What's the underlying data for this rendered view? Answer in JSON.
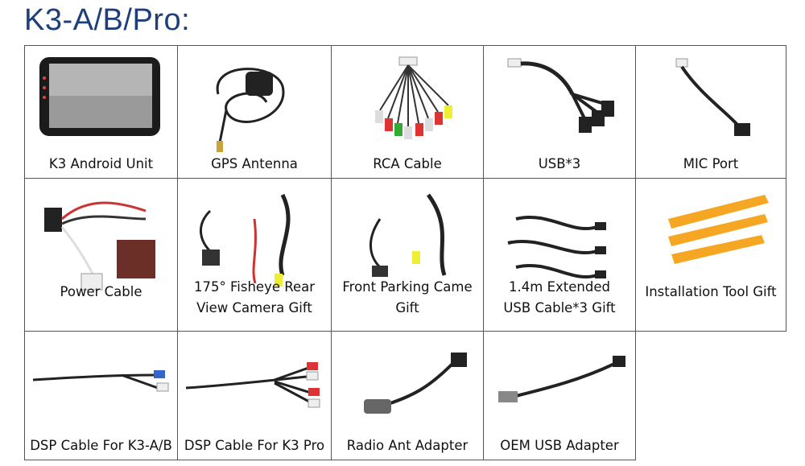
{
  "page": {
    "title": "K3-A/B/Pro:"
  },
  "items": [
    {
      "id": "android-unit",
      "caption": "K3 Android Unit"
    },
    {
      "id": "gps-antenna",
      "caption": "GPS Antenna"
    },
    {
      "id": "rca-cable",
      "caption": "RCA Cable"
    },
    {
      "id": "usb3",
      "caption": "USB*3"
    },
    {
      "id": "mic-port",
      "caption": "MIC Port"
    },
    {
      "id": "power-cable",
      "caption": "Power Cable"
    },
    {
      "id": "fisheye-camera",
      "caption_line1": "175° Fisheye Rear",
      "caption_line2": "View Camera Gift"
    },
    {
      "id": "front-parking",
      "caption_line1": "Front Parking Came",
      "caption_line2": "Gift"
    },
    {
      "id": "usb-extended",
      "caption_line1": "1.4m Extended",
      "caption_line2": "USB Cable*3 Gift"
    },
    {
      "id": "install-tool",
      "caption": "Installation Tool Gift"
    },
    {
      "id": "dsp-ab",
      "caption": "DSP Cable For K3-A/B"
    },
    {
      "id": "dsp-pro",
      "caption": "DSP Cable For K3 Pro"
    },
    {
      "id": "radio-ant",
      "caption": "Radio Ant Adapter"
    },
    {
      "id": "oem-usb",
      "caption": "OEM USB Adapter"
    }
  ],
  "colors": {
    "title": "#1f3f7a",
    "border": "#555555",
    "tool": "#f5a623"
  }
}
